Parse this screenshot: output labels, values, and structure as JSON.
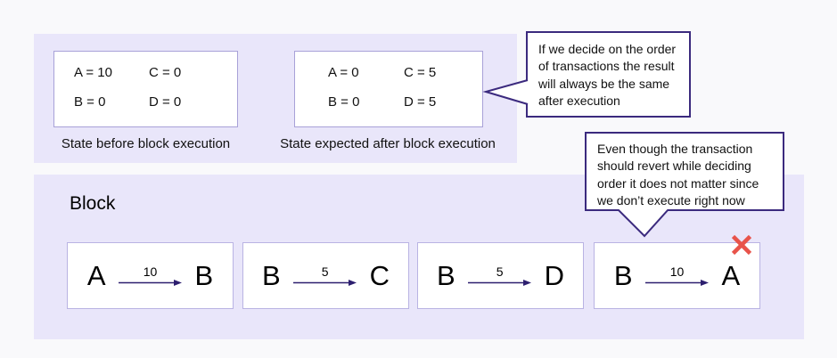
{
  "top_panel": {
    "states": [
      {
        "cells": [
          "A = 10",
          "C = 0",
          "B = 0",
          "D = 0"
        ],
        "label": "State before block execution"
      },
      {
        "cells": [
          "A = 0",
          "C = 5",
          "B = 0",
          "D = 5"
        ],
        "label": "State expected after block execution"
      }
    ]
  },
  "callouts": {
    "order": "If we decide on the order of transactions the result will always be the same after execution",
    "revert": "Even though the transaction should revert while deciding order it does not matter since we don’t execute right now"
  },
  "block_panel": {
    "title": "Block",
    "transactions": [
      {
        "from": "A",
        "amount": "10",
        "to": "B",
        "rejected": false
      },
      {
        "from": "B",
        "amount": "5",
        "to": "C",
        "rejected": false
      },
      {
        "from": "B",
        "amount": "5",
        "to": "D",
        "rejected": false
      },
      {
        "from": "B",
        "amount": "10",
        "to": "A",
        "rejected": true
      }
    ]
  },
  "colors": {
    "panel_background": "#e9e6fa",
    "state_box_border": "#a8a1d8",
    "tx_box_border": "#b9b3e3",
    "callout_border": "#3b2a7e",
    "arrow": "#2d1f6f",
    "reject_x": "#e8534a"
  }
}
